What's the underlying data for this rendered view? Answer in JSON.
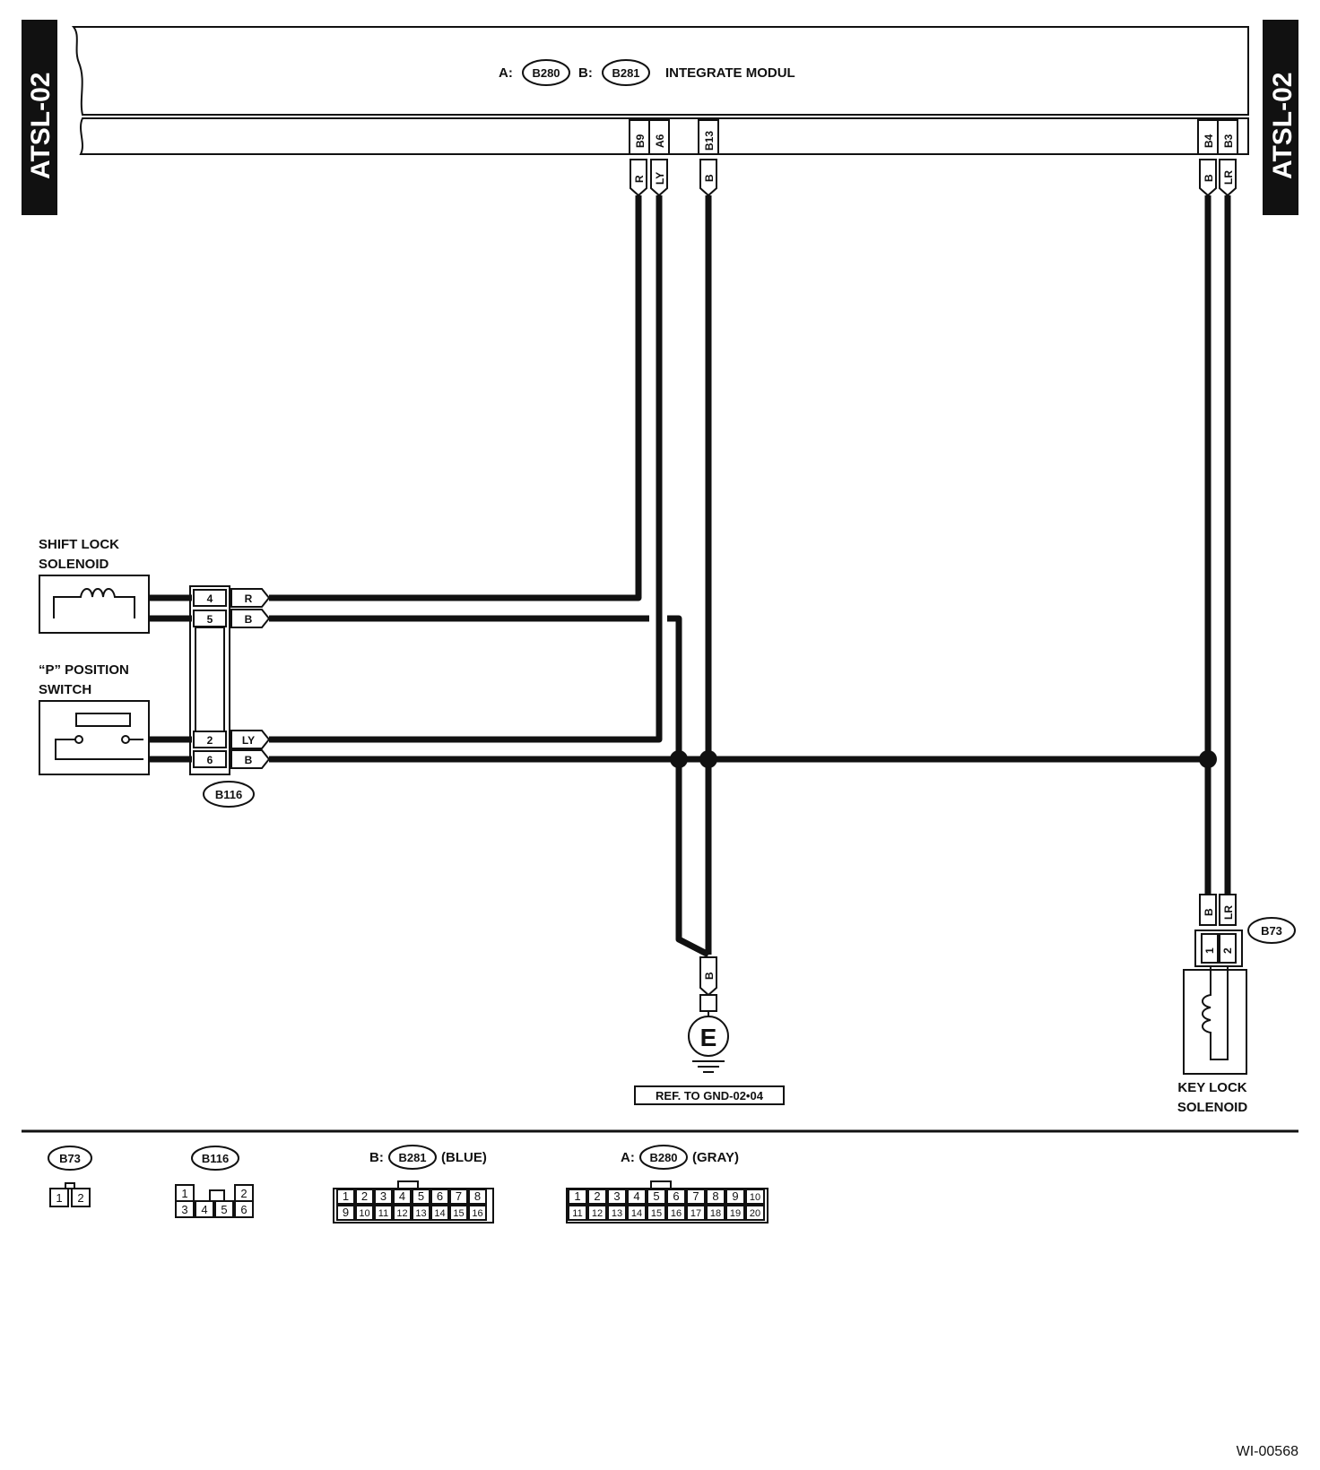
{
  "side_tabs": {
    "left": "ATSL-02",
    "right": "ATSL-02"
  },
  "module": {
    "prefix_a": "A:",
    "conn_a": "B280",
    "prefix_b": "B:",
    "conn_b": "B281",
    "title": "INTEGRATE MODUL",
    "pins": [
      "B9",
      "A6",
      "B13",
      "B4",
      "B3"
    ],
    "wire_colors": [
      "R",
      "LY",
      "B",
      "B",
      "LR"
    ]
  },
  "shift_lock_solenoid": {
    "line1": "SHIFT LOCK",
    "line2": "SOLENOID"
  },
  "p_position_switch": {
    "line1": "“P” POSITION",
    "line2": "SWITCH"
  },
  "b116_connector": {
    "id": "B116",
    "rows": [
      {
        "pin": "4",
        "color": "R"
      },
      {
        "pin": "5",
        "color": "B"
      },
      {
        "pin": "2",
        "color": "LY"
      },
      {
        "pin": "6",
        "color": "B"
      }
    ]
  },
  "ground": {
    "wire_color": "B",
    "symbol": "E",
    "ref": "REF. TO GND-02•04"
  },
  "key_lock_solenoid": {
    "connector": "B73",
    "wire_colors": [
      "B",
      "LR"
    ],
    "pins": [
      "1",
      "2"
    ],
    "line1": "KEY LOCK",
    "line2": "SOLENOID"
  },
  "legend": {
    "b73": {
      "id": "B73",
      "pins": [
        "1",
        "2"
      ]
    },
    "b116": {
      "id": "B116",
      "top": [
        "1",
        "2"
      ],
      "bottom": [
        "3",
        "4",
        "5",
        "6"
      ]
    },
    "b281": {
      "prefix": "B:",
      "id": "B281",
      "suffix": "(BLUE)",
      "top": [
        "1",
        "2",
        "3",
        "4",
        "5",
        "6",
        "7",
        "8"
      ],
      "bottom": [
        "9",
        "10",
        "11",
        "12",
        "13",
        "14",
        "15",
        "16"
      ]
    },
    "b280": {
      "prefix": "A:",
      "id": "B280",
      "suffix": "(GRAY)",
      "top": [
        "1",
        "2",
        "3",
        "4",
        "5",
        "6",
        "7",
        "8",
        "9",
        "10"
      ],
      "bottom": [
        "11",
        "12",
        "13",
        "14",
        "15",
        "16",
        "17",
        "18",
        "19",
        "20"
      ]
    }
  },
  "figure_id": "WI-00568"
}
